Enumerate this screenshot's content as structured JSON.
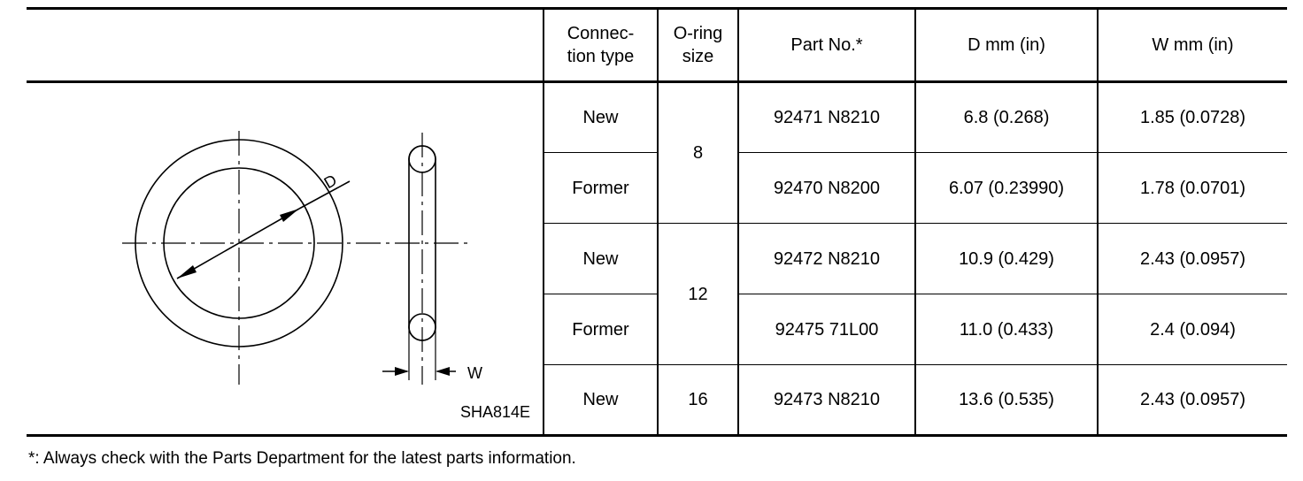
{
  "table": {
    "headers": [
      "Connec-\ntion type",
      "O-ring\nsize",
      "Part No.*",
      "D    mm (in)",
      "W    mm (in)"
    ],
    "rows": [
      {
        "connection": "New",
        "part_no": "92471 N8210",
        "d": "6.8 (0.268)",
        "w": "1.85 (0.0728)"
      },
      {
        "connection": "Former",
        "part_no": "92470 N8200",
        "d": "6.07 (0.23990)",
        "w": "1.78 (0.0701)"
      },
      {
        "connection": "New",
        "part_no": "92472 N8210",
        "d": "10.9 (0.429)",
        "w": "2.43 (0.0957)"
      },
      {
        "connection": "Former",
        "part_no": "92475 71L00",
        "d": "11.0 (0.433)",
        "w": "2.4 (0.094)"
      },
      {
        "connection": "New",
        "part_no": "92473 N8210",
        "d": "13.6 (0.535)",
        "w": "2.43 (0.0957)"
      }
    ],
    "sizes": [
      "8",
      "12",
      "16"
    ]
  },
  "figure": {
    "label_d": "D",
    "label_w": "W",
    "code": "SHA814E"
  },
  "footnote": "*: Always check with the Parts Department for the latest parts information."
}
